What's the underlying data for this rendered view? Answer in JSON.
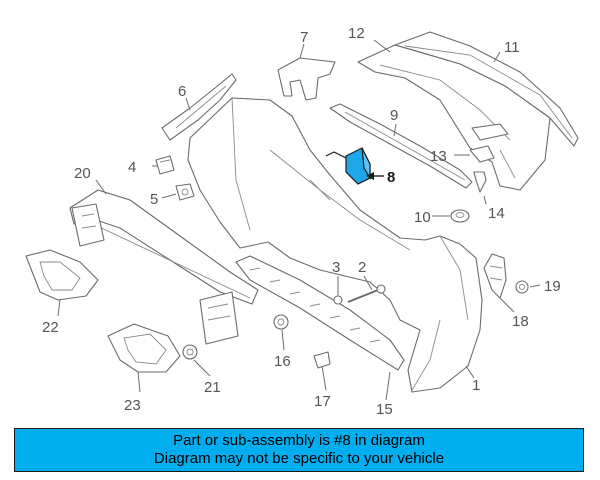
{
  "colors": {
    "banner_bg": "#00AEEF",
    "highlight_part": "#1EA6E8",
    "line_art": "#6B6B6B"
  },
  "diagram": {
    "highlighted_callout": "8",
    "callouts": {
      "c1": "1",
      "c2": "2",
      "c3": "3",
      "c4": "4",
      "c5": "5",
      "c6": "6",
      "c7": "7",
      "c8": "8",
      "c9": "9",
      "c10": "10",
      "c11": "11",
      "c12": "12",
      "c13": "13",
      "c14": "14",
      "c15": "15",
      "c16": "16",
      "c17": "17",
      "c18": "18",
      "c19": "19",
      "c20": "20",
      "c21": "21",
      "c22": "22",
      "c23": "23"
    }
  },
  "banner": {
    "line1": "Part or sub-assembly is #8 in diagram",
    "line2": "Diagram may not be specific to your vehicle"
  }
}
